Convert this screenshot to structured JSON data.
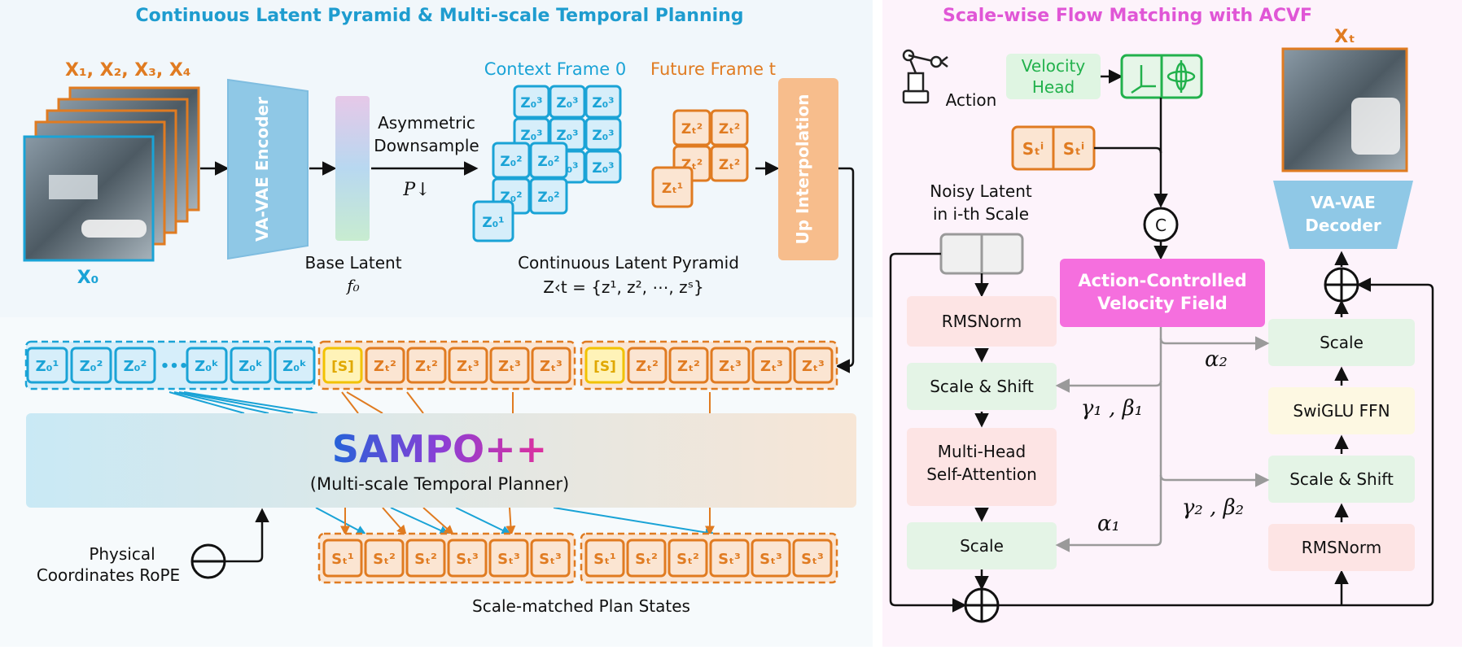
{
  "left_panel": {
    "title": "Continuous Latent Pyramid & Multi-scale Temporal Planning",
    "input_frames_label": "X₁, X₂, X₃, X₄",
    "context_frame_label": "X₀",
    "encoder_label": "VA-VAE Encoder",
    "base_latent_title": "Base Latent",
    "base_latent_symbol": "f₀",
    "downsample_label_1": "Asymmetric",
    "downsample_label_2": "Downsample",
    "downsample_symbol": "P↓",
    "context_frame_title": "Context Frame 0",
    "future_frame_title": "Future Frame t",
    "pyramid_title": "Continuous Latent Pyramid",
    "pyramid_formula": "Z‹t = {z¹, z², ⋯, zˢ}",
    "up_interp_label": "Up Interpolation",
    "ellipsis": "•••",
    "context_tokens": [
      "Z₀¹",
      "Z₀²",
      "Z₀²",
      "Z₀ᵏ",
      "Z₀ᵏ",
      "Z₀ᵏ"
    ],
    "special_token": "[S]",
    "future_tokens": [
      "Zₜ²",
      "Zₜ²",
      "Zₜ³",
      "Zₜ³",
      "Zₜ³"
    ],
    "planner_name": "SAMPO++",
    "planner_subtitle": "(Multi-scale Temporal Planner)",
    "rope_label_1": "Physical",
    "rope_label_2": "Coordinates RoPE",
    "plan_tokens": [
      "Sₜ¹",
      "Sₜ²",
      "Sₜ²",
      "Sₜ³",
      "Sₜ³",
      "Sₜ³"
    ],
    "plan_states_title": "Scale-matched Plan States",
    "pyr_ctx_large": "Z₀³",
    "pyr_ctx_mid": "Z₀²",
    "pyr_ctx_small": "Z₀¹",
    "pyr_fut_mid": "Zₜ²",
    "pyr_fut_small": "Zₜ¹"
  },
  "right_panel": {
    "title": "Scale-wise Flow Matching with ACVF",
    "action_label": "Action",
    "velocity_head_1": "Velocity",
    "velocity_head_2": "Head",
    "state_token": "Sₜⁱ",
    "concat_symbol": "C",
    "noisy_latent_1": "Noisy Latent",
    "noisy_latent_2": "in i-th Scale",
    "acvf_1": "Action-Controlled",
    "acvf_2": "Velocity Field",
    "output_label": "Xₜ",
    "decoder_1": "VA-VAE",
    "decoder_2": "Decoder",
    "left_stack": [
      "RMSNorm",
      "Scale & Shift",
      "Multi-Head",
      "Self-Attention",
      "Scale"
    ],
    "right_stack": [
      "Scale",
      "SwiGLU FFN",
      "Scale & Shift",
      "RMSNorm"
    ],
    "alpha2": "α₂",
    "gamma1_beta1": "γ₁ , β₁",
    "alpha1": "α₁",
    "gamma2_beta2": "γ₂ , β₂"
  },
  "colors": {
    "blue": "#1aa3d6",
    "orange": "#e07b21",
    "yellow": "#f2c200",
    "pink": "#f06bd8",
    "green": "#22b14c",
    "title_blue": "#1e9ccf",
    "title_pink": "#e056d6"
  },
  "icons": [
    "robot-arm-icon",
    "axes-icon",
    "rotation-icon",
    "plus-circle-icon",
    "minus-circle-icon"
  ]
}
